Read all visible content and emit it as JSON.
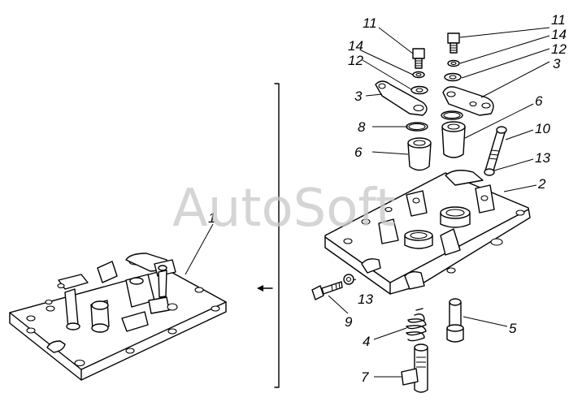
{
  "watermark": "AutoSoft",
  "callouts": [
    {
      "id": "c11a",
      "text": "11"
    },
    {
      "id": "c11b",
      "text": "11"
    },
    {
      "id": "c14a",
      "text": "14"
    },
    {
      "id": "c14b",
      "text": "14"
    },
    {
      "id": "c12a",
      "text": "12"
    },
    {
      "id": "c12b",
      "text": "12"
    },
    {
      "id": "c3a",
      "text": "3"
    },
    {
      "id": "c3b",
      "text": "3"
    },
    {
      "id": "c8",
      "text": "8"
    },
    {
      "id": "c6a",
      "text": "6"
    },
    {
      "id": "c6b",
      "text": "6"
    },
    {
      "id": "c10",
      "text": "10"
    },
    {
      "id": "c13a",
      "text": "13"
    },
    {
      "id": "c2",
      "text": "2"
    },
    {
      "id": "c1",
      "text": "1"
    },
    {
      "id": "c13b",
      "text": "13"
    },
    {
      "id": "c9",
      "text": "9"
    },
    {
      "id": "c4",
      "text": "4"
    },
    {
      "id": "c5",
      "text": "5"
    },
    {
      "id": "c7",
      "text": "7"
    }
  ]
}
